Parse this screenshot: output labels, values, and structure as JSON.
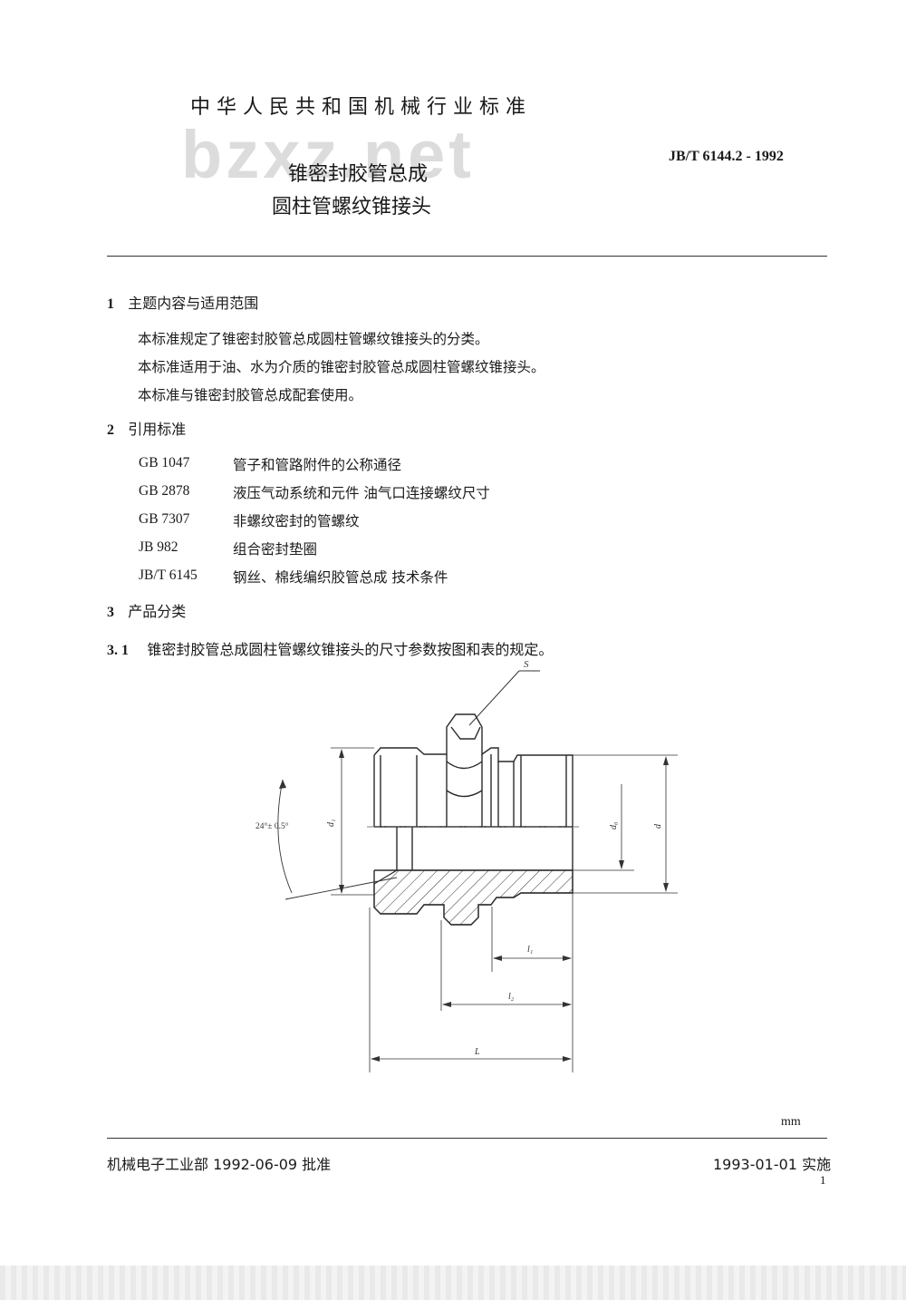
{
  "header": {
    "org": "中华人民共和国机械行业标准",
    "watermark": "bzxz.net",
    "standard_no": "JB/T  6144.2 - 1992",
    "title_line1": "锥密封胶管总成",
    "title_line2": "圆柱管螺纹锥接头"
  },
  "sections": {
    "s1": {
      "num": "1",
      "title": "主题内容与适用范围",
      "paragraphs": [
        "本标准规定了锥密封胶管总成圆柱管螺纹锥接头的分类。",
        "本标准适用于油、水为介质的锥密封胶管总成圆柱管螺纹锥接头。",
        "本标准与锥密封胶管总成配套使用。"
      ]
    },
    "s2": {
      "num": "2",
      "title": "引用标准",
      "refs": [
        {
          "code": "GB  1047",
          "title": "管子和管路附件的公称通径"
        },
        {
          "code": "GB  2878",
          "title": "液压气动系统和元件    油气口连接螺纹尺寸"
        },
        {
          "code": "GB  7307",
          "title": "非螺纹密封的管螺纹"
        },
        {
          "code": "JB  982",
          "title": "组合密封垫圈"
        },
        {
          "code": "JB/T  6145",
          "title": "钢丝、棉线编织胶管总成    技术条件"
        }
      ]
    },
    "s3": {
      "num": "3",
      "title": "产品分类",
      "sub_num": "3. 1",
      "sub_text": "锥密封胶管总成圆柱管螺纹锥接头的尺寸参数按图和表的规定。"
    }
  },
  "drawing": {
    "label_S": "S",
    "label_angle": "24°± 0.5°",
    "label_d1": "d₁",
    "label_d0": "d₀",
    "label_d": "d",
    "label_l1": "l₁",
    "label_l2": "l₂",
    "label_L": "L"
  },
  "footer": {
    "unit": "mm",
    "approved": "机械电子工业部  1992-06-09  批准",
    "effective": "1993-01-01  实施",
    "page": "1"
  }
}
